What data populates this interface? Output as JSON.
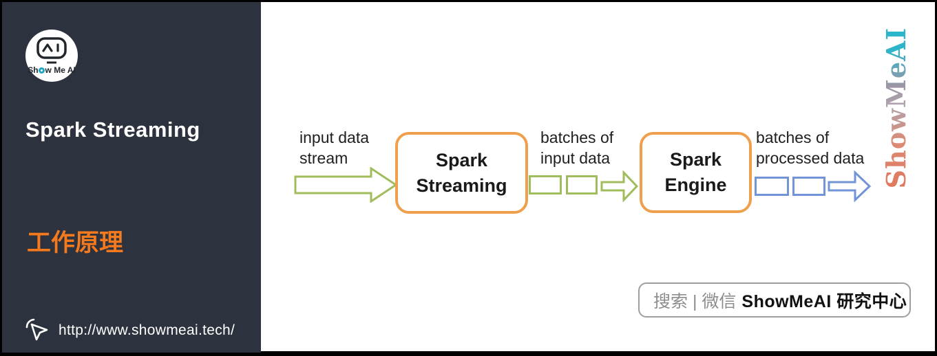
{
  "sidebar": {
    "logo": {
      "text_pre": "Sh",
      "text_post": "w Me AI",
      "full_text": "Show Me AI"
    },
    "title": "Spark Streaming",
    "section": "工作原理",
    "url": "http://www.showmeai.tech/"
  },
  "diagram": {
    "input_label_line1": "input data",
    "input_label_line2": "stream",
    "box1_line1": "Spark",
    "box1_line2": "Streaming",
    "batches_in_line1": "batches of",
    "batches_in_line2": "input data",
    "box2_line1": "Spark",
    "box2_line2": "Engine",
    "batches_out_line1": "batches of",
    "batches_out_line2": "processed data"
  },
  "watermark": "ShowMeAI",
  "search": {
    "hint": "搜索 | 微信",
    "brand": "ShowMeAI 研究中心"
  },
  "colors": {
    "sidebar_bg": "#2d333e",
    "accent_orange": "#f5791d",
    "box_border_orange": "#efa04d",
    "arrow_green": "#a0bc5c",
    "arrow_blue": "#7094d6",
    "logo_dot_cyan": "#1ba8c4",
    "watermark_coral": "#e0735a",
    "watermark_gray": "#b0a2ae",
    "watermark_cyan": "#2fb4c9"
  }
}
